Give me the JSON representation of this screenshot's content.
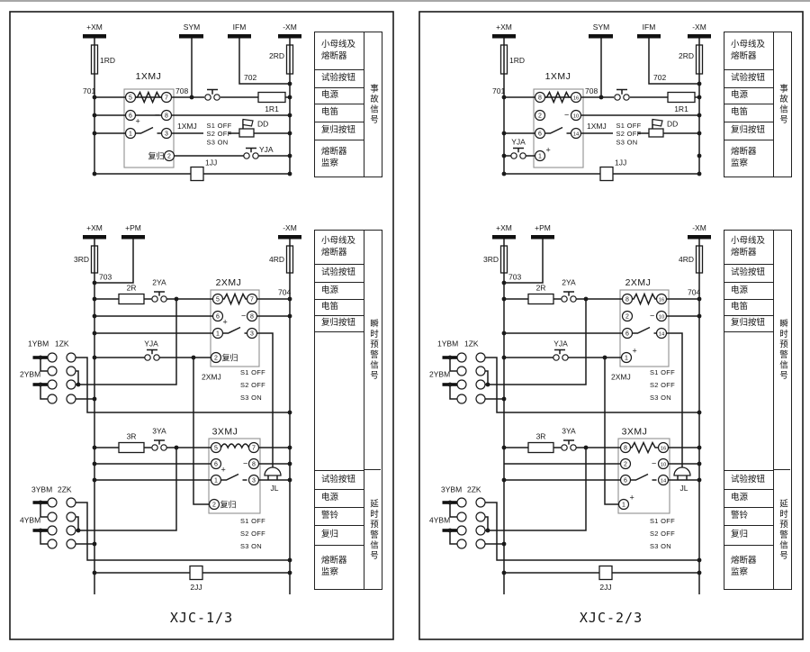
{
  "sh": {
    "xm_plus": "+XM",
    "sym": "SYM",
    "ifm": "IFM",
    "xm_minus": "-XM",
    "pm_plus": "+PM",
    "rd1": "1RD",
    "rd2": "2RD",
    "rd3": "3RD",
    "rd4": "4RD",
    "w701": "701",
    "w702": "702",
    "w703": "703",
    "w704": "704",
    "w708": "708",
    "xmj1": "1XMJ",
    "xmj2": "2XMJ",
    "xmj3": "3XMJ",
    "jj1": "1JJ",
    "jj2": "2JJ",
    "r1r1": "1R1",
    "r2": "2R",
    "r3": "3R",
    "ya2": "2YA",
    "ya3": "3YA",
    "yja": "YJA",
    "dd": "DD",
    "jl": "JL",
    "s1": "S1 OFF",
    "s2": "S2 OFF",
    "s3": "S3 ON",
    "fugui": "复归",
    "plus": "+",
    "minus": "−",
    "ybm1": "1YBM",
    "ybm2": "2YBM",
    "ybm3": "3YBM",
    "ybm4": "4YBM",
    "zk1": "1ZK",
    "zk2": "2ZK"
  },
  "cells": {
    "busfuse1": "小母线及",
    "busfuse2": "熔断器",
    "test": "试验按钮",
    "power": "电源",
    "horn": "电笛",
    "resetbtn": "复归按钮",
    "fusemon1": "熔断器",
    "fusemon2": "监察",
    "bell": "警铃",
    "reset": "复归"
  },
  "strips": {
    "accident": "事故信号",
    "instant": "瞬时预警信号",
    "delayed": "延时预警信号"
  },
  "left": {
    "title": "XJC-1/3",
    "t1": "5",
    "t2": "7",
    "t3": "6",
    "t4": "8",
    "t5": "1",
    "t6": "3",
    "t7": "2"
  },
  "right": {
    "title": "XJC-2/3",
    "t1": "8",
    "t2": "16",
    "t3": "2",
    "t4": "10",
    "t5": "6",
    "t6": "14",
    "t7": "1"
  }
}
